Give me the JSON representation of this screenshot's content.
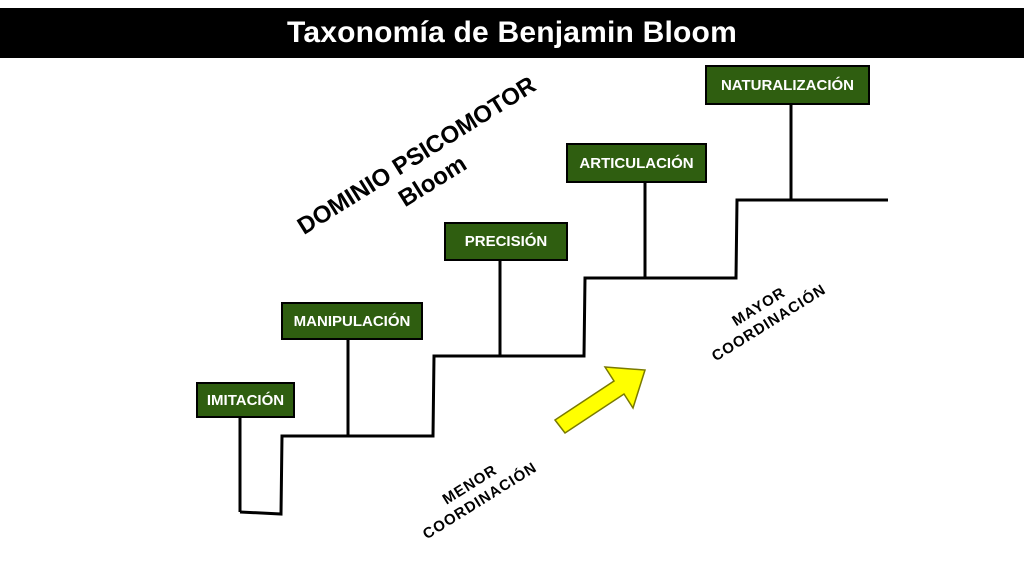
{
  "title": "Taxonomía de Benjamin Bloom",
  "domain": {
    "line1": "DOMINIO PSICOMOTOR",
    "line2": "Bloom"
  },
  "levels": [
    {
      "label": "IMITACIÓN"
    },
    {
      "label": "MANIPULACIÓN"
    },
    {
      "label": "PRECISIÓN"
    },
    {
      "label": "ARTICULACIÓN"
    },
    {
      "label": "NATURALIZACIÓN"
    }
  ],
  "low_coordination": {
    "line1": "MENOR",
    "line2": "COORDINACIÓN"
  },
  "high_coordination": {
    "line1": "MAYOR",
    "line2": "COORDINACIÓN"
  },
  "colors": {
    "title_bar": "#000000",
    "level_box": "#2f5e10",
    "arrow": "#ffff00"
  }
}
